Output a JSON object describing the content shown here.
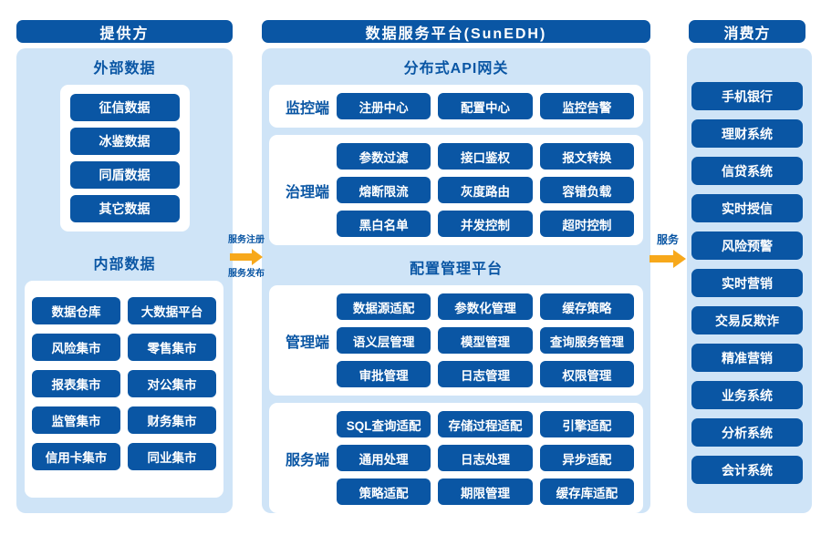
{
  "colors": {
    "dark_blue": "#0a56a4",
    "panel_blue": "#cfe4f7",
    "arrow_orange": "#f7a81b"
  },
  "provider": {
    "header": "提供方",
    "external": {
      "title": "外部数据",
      "items": [
        "征信数据",
        "冰鉴数据",
        "同盾数据",
        "其它数据"
      ]
    },
    "internal": {
      "title": "内部数据",
      "items": [
        "数据仓库",
        "大数据平台",
        "风险集市",
        "零售集市",
        "报表集市",
        "对公集市",
        "监管集市",
        "财务集市",
        "信用卡集市",
        "同业集市"
      ]
    }
  },
  "platform": {
    "header": "数据服务平台(SunEDH)",
    "gateway": {
      "title": "分布式API网关",
      "monitor": {
        "label": "监控端",
        "items": [
          "注册中心",
          "配置中心",
          "监控告警"
        ]
      },
      "governance": {
        "label": "治理端",
        "items": [
          "参数过滤",
          "接口鉴权",
          "报文转换",
          "熔断限流",
          "灰度路由",
          "容错负载",
          "黑白名单",
          "并发控制",
          "超时控制"
        ]
      }
    },
    "config": {
      "title": "配置管理平台",
      "management": {
        "label": "管理端",
        "items": [
          "数据源适配",
          "参数化管理",
          "缓存策略",
          "语义层管理",
          "模型管理",
          "查询服务管理",
          "审批管理",
          "日志管理",
          "权限管理"
        ]
      },
      "service": {
        "label": "服务端",
        "items": [
          "SQL查询适配",
          "存储过程适配",
          "引擎适配",
          "通用处理",
          "日志处理",
          "异步适配",
          "策略适配",
          "期限管理",
          "缓存库适配"
        ]
      }
    }
  },
  "consumer": {
    "header": "消费方",
    "items": [
      "手机银行",
      "理财系统",
      "信贷系统",
      "实时授信",
      "风险预警",
      "实时营销",
      "交易反欺诈",
      "精准营销",
      "业务系统",
      "分析系统",
      "会计系统"
    ]
  },
  "arrows": {
    "left": {
      "top_label": "服务注册",
      "bottom_label": "服务发布"
    },
    "right": {
      "top_label": "服务"
    }
  }
}
